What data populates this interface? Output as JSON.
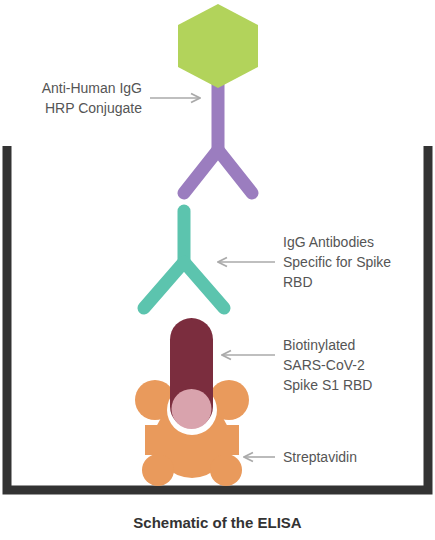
{
  "diagram": {
    "caption": "Schematic of the ELISA",
    "labels": [
      "Anti-Human IgG HRP Conjugate",
      "IgG Antibodies Specific for Spike RBD",
      "Biotinylated SARS-CoV-2 Spike S1 RBD",
      "Streptavidin"
    ]
  }
}
